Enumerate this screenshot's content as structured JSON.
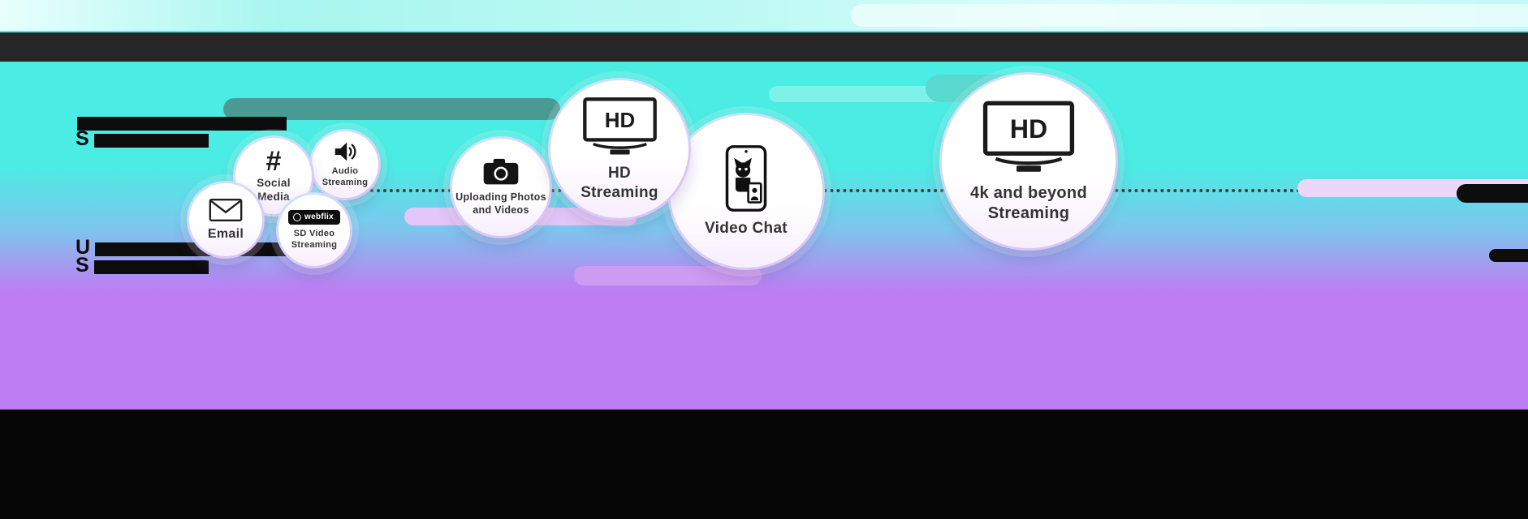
{
  "colors": {
    "background_top": "#4BECE3",
    "background_bottom": "#BE7DF2",
    "header_bar": "#262626",
    "footer_bar": "#050505",
    "teal_pill": "#4A9B94",
    "purple_pill": "#CD9BF2"
  },
  "redacted": {
    "g1_l2": "S",
    "g2_l1": "U",
    "g2_l2": "S"
  },
  "bubbles": [
    {
      "id": "email",
      "label": "Email",
      "icon": "envelope-icon"
    },
    {
      "id": "social-media",
      "label": "Social Media",
      "icon": "hashtag-icon",
      "glyph": "#"
    },
    {
      "id": "audio-streaming",
      "label": "Audio Streaming",
      "icon": "speaker-icon"
    },
    {
      "id": "sd-video-streaming",
      "label": "SD Video Streaming",
      "icon": "webflix-logo",
      "logo_text": "webflix"
    },
    {
      "id": "uploading-photos-videos",
      "label": "Uploading Photos and Videos",
      "icon": "camera-icon"
    },
    {
      "id": "hd-streaming",
      "label": "HD Streaming",
      "icon": "tv-hd-icon",
      "tv": "HD"
    },
    {
      "id": "video-chat",
      "label": "Video Chat",
      "icon": "video-chat-phone-icon"
    },
    {
      "id": "4k-streaming",
      "label": "4k and beyond Streaming",
      "icon": "tv-hd-icon",
      "tv": "HD"
    }
  ]
}
